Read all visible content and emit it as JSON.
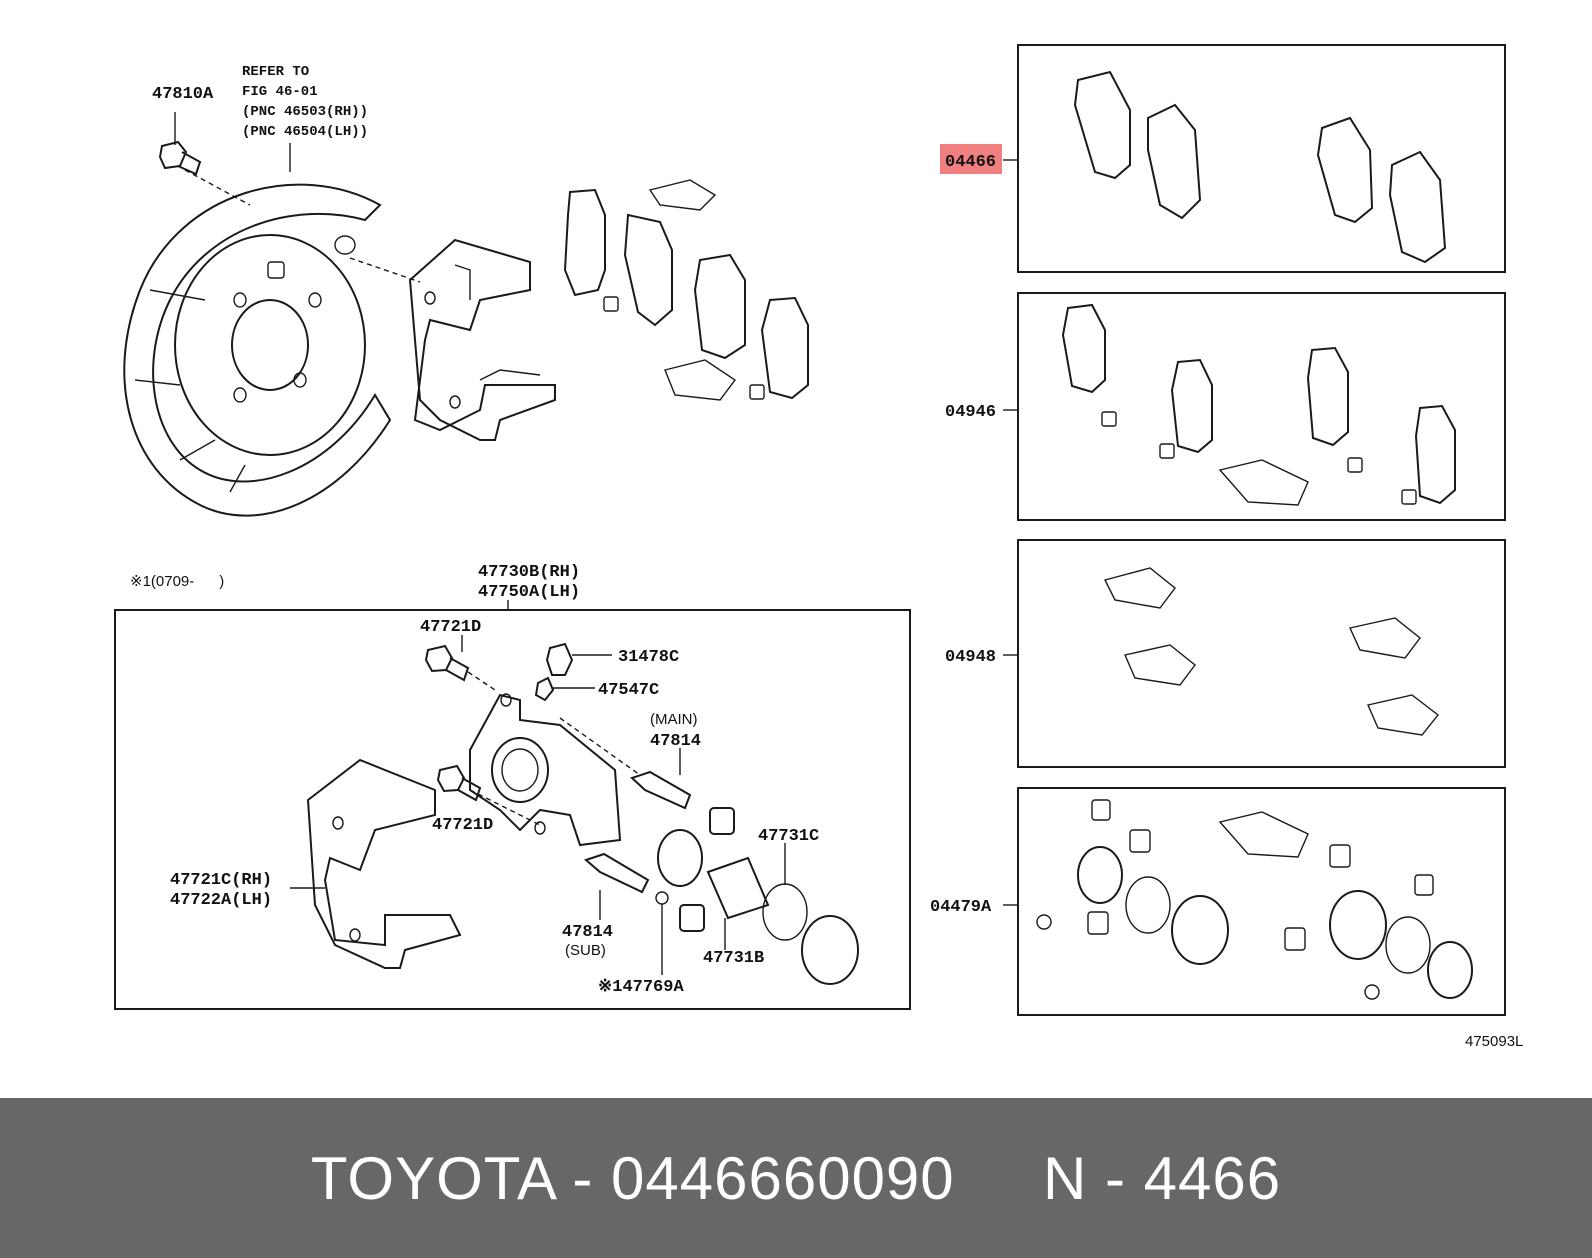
{
  "labels": {
    "p47810a": "47810A",
    "refer1": "REFER TO",
    "refer2": "FIG 46-01",
    "refer3": "(PNC 46503(RH))",
    "refer4": "(PNC 46504(LH))",
    "p04466": "04466",
    "p04946": "04946",
    "p04948": "04948",
    "p04479a": "04479A",
    "note1": "※1(0709-      )",
    "p47730b": "47730B(RH)",
    "p47750a": "47750A(LH)",
    "p47721d_top": "47721D",
    "p31478c": "31478C",
    "p47547c": "47547C",
    "main": "(MAIN)",
    "p47814_main": "47814",
    "p47721d_mid": "47721D",
    "p47731c": "47731C",
    "p47721c": "47721C(RH)",
    "p47722a": "47722A(LH)",
    "p47814_sub": "47814",
    "sub": "(SUB)",
    "p47731b": "47731B",
    "p47769a": "※147769A",
    "diagram_code": "475093L"
  },
  "highlight_color": "#f08080",
  "footer": {
    "text": "TOYOTA - 0446660090     N - 4466"
  }
}
